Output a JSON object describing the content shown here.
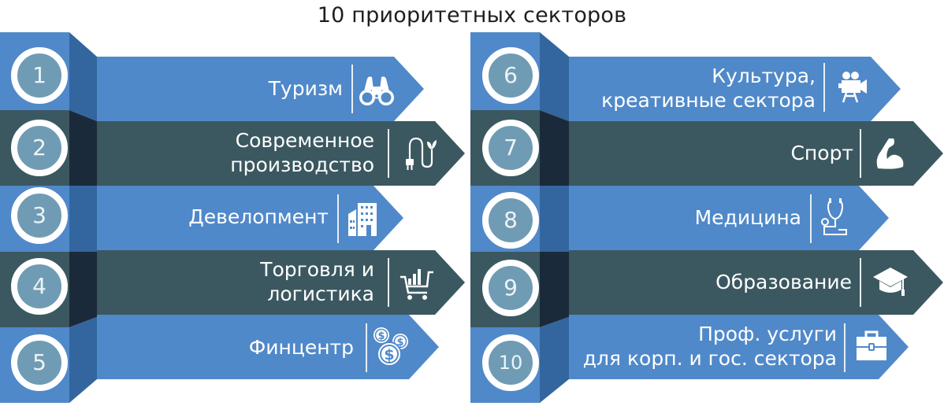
{
  "title": "10 приоритетных секторов",
  "colors": {
    "blue_band": "#5089c9",
    "blue_side": "#33669f",
    "dark_band": "#3b5860",
    "dark_side": "#1b2a3a",
    "number_circle": "#6f9cb4",
    "text": "#ffffff"
  },
  "sectors": [
    {
      "number": "1",
      "lines": [
        "Туризм"
      ],
      "icon": "binoculars-icon"
    },
    {
      "number": "2",
      "lines": [
        "Современное",
        "производство"
      ],
      "icon": "plug-leaf-icon"
    },
    {
      "number": "3",
      "lines": [
        "Девелопмент"
      ],
      "icon": "buildings-icon"
    },
    {
      "number": "4",
      "lines": [
        "Торговля и",
        "логистика"
      ],
      "icon": "shopping-cart-chart-icon"
    },
    {
      "number": "5",
      "lines": [
        "Финцентр"
      ],
      "icon": "dollar-coins-icon"
    },
    {
      "number": "6",
      "lines": [
        "Культура,",
        "креативные сектора"
      ],
      "icon": "movie-camera-icon"
    },
    {
      "number": "7",
      "lines": [
        "Спорт"
      ],
      "icon": "flexed-bicep-icon"
    },
    {
      "number": "8",
      "lines": [
        "Медицина"
      ],
      "icon": "stethoscope-icon"
    },
    {
      "number": "9",
      "lines": [
        "Образование"
      ],
      "icon": "graduation-cap-icon"
    },
    {
      "number": "10",
      "lines": [
        "Проф. услуги",
        "для корп. и гос. сектора"
      ],
      "icon": "briefcase-icon"
    }
  ]
}
